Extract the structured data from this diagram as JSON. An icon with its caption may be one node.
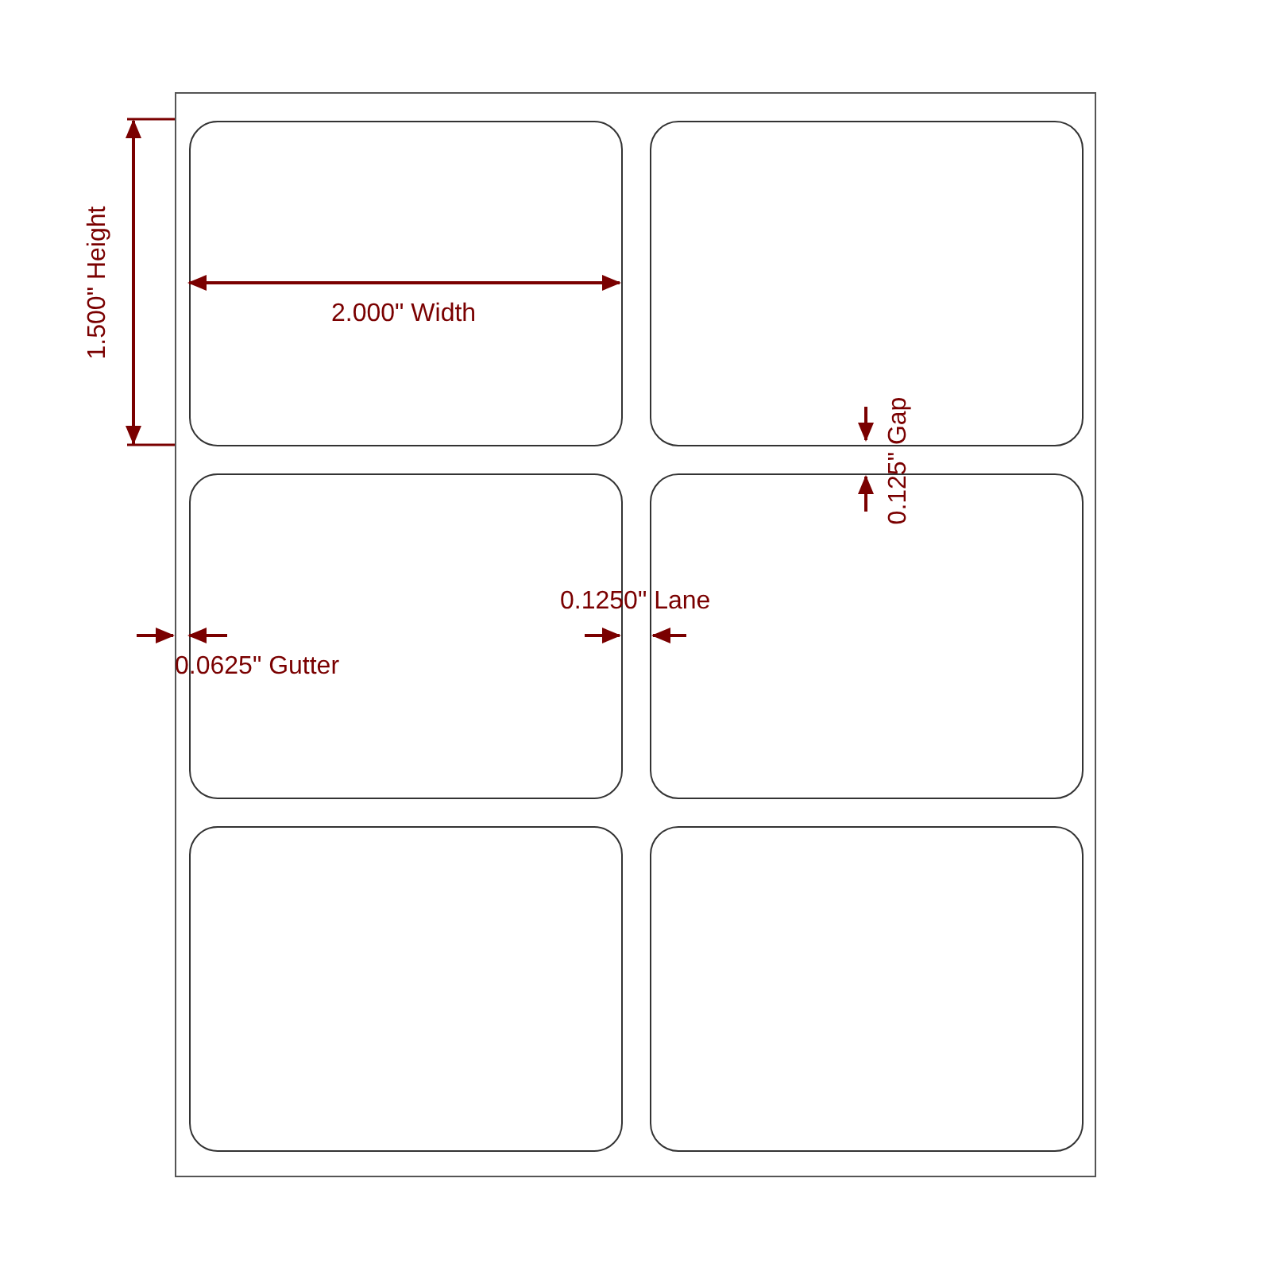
{
  "diagram": {
    "nodes": [
      {
        "text": [],
        "shape": "box"
      },
      {
        "text": [],
        "shape": "box",
        "in": 0
      },
      {
        "text": [],
        "shape": "box",
        "in": 0
      },
      {
        "text": [],
        "shape": "box",
        "in": 0
      },
      {
        "text": [],
        "shape": "box",
        "in": 0
      },
      {
        "text": [],
        "shape": "box",
        "in": 0
      },
      {
        "text": [],
        "shape": "box",
        "in": 0
      }
    ],
    "labels": [
      "1.500\" Height",
      "2.000\" Width",
      "0.125\" Gap",
      "0.1250\" Lane",
      "0.0625\" Gutter"
    ]
  }
}
